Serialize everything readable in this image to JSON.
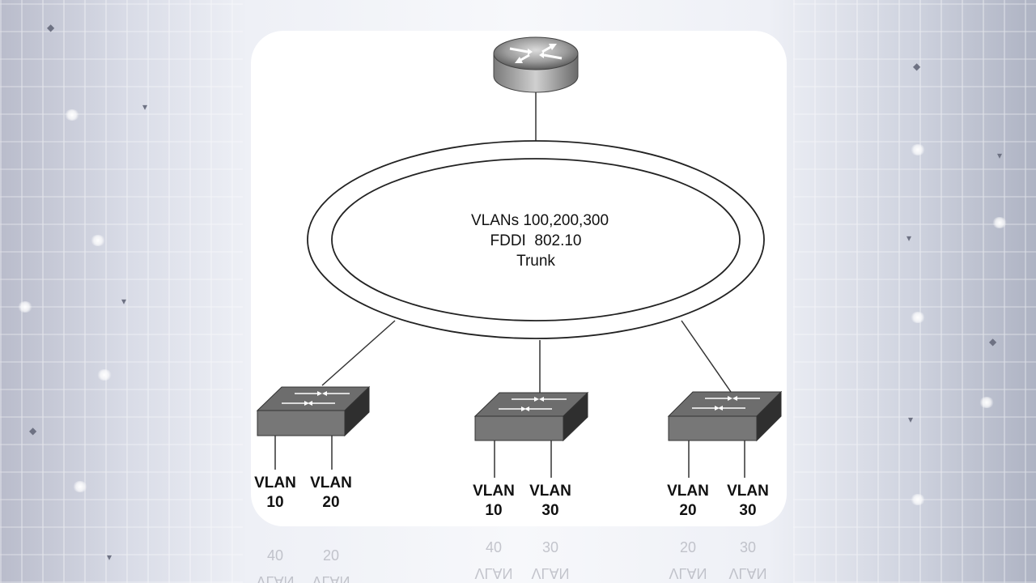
{
  "diagram": {
    "trunk": {
      "line1": "VLANs 100,200,300",
      "line2": "FDDI  802.10",
      "line3": "Trunk"
    },
    "switches": [
      {
        "vlans": [
          {
            "top": "VLAN",
            "bottom": "10"
          },
          {
            "top": "VLAN",
            "bottom": "20"
          }
        ]
      },
      {
        "vlans": [
          {
            "top": "VLAN",
            "bottom": "10"
          },
          {
            "top": "VLAN",
            "bottom": "30"
          }
        ]
      },
      {
        "vlans": [
          {
            "top": "VLAN",
            "bottom": "20"
          },
          {
            "top": "VLAN",
            "bottom": "30"
          }
        ]
      }
    ],
    "reflections": [
      {
        "top": "40",
        "bottom": "VLAN"
      },
      {
        "top": "20",
        "bottom": "VLAN"
      },
      {
        "top": "40",
        "bottom": "VLAN"
      },
      {
        "top": "30",
        "bottom": "VLAN"
      },
      {
        "top": "20",
        "bottom": "VLAN"
      },
      {
        "top": "30",
        "bottom": "VLAN"
      }
    ]
  },
  "colors": {
    "switch_top": "#6d6d6d",
    "switch_front": "#7a7a7a",
    "switch_side": "#2f2f2f",
    "router_body": "#9a9a9a",
    "panel": "#ffffff"
  }
}
